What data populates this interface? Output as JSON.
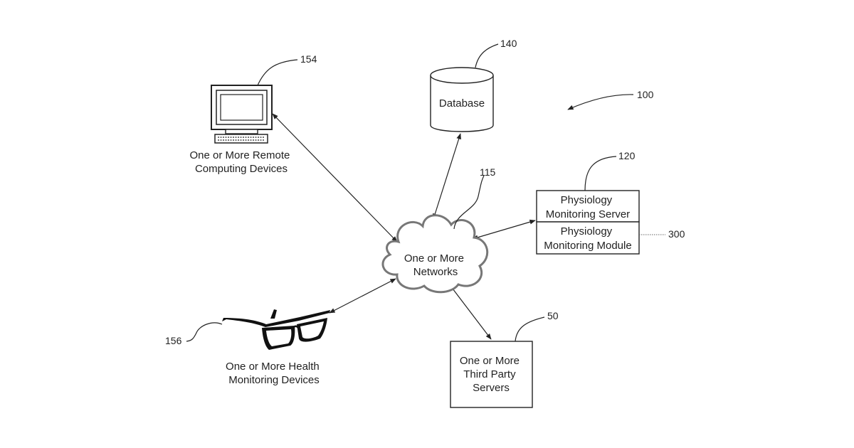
{
  "figure": {
    "reference_numbers": {
      "system": "100",
      "database": "140",
      "server": "120",
      "network": "115",
      "module": "300",
      "remote_device": "154",
      "health_device": "156",
      "third_party": "50"
    },
    "labels": {
      "database": "Database",
      "network_line1": "One or More",
      "network_line2": "Networks",
      "server": "Physiology Monitoring Server",
      "server_line1": "Physiology",
      "server_line2": "Monitoring Server",
      "module_line1": "Physiology",
      "module_line2": "Monitoring Module",
      "remote_line1": "One or More Remote",
      "remote_line2": "Computing Devices",
      "health_line1": "One or More Health",
      "health_line2": "Monitoring Devices",
      "third_line1": "One or More",
      "third_line2": "Third Party",
      "third_line3": "Servers"
    },
    "icons": {
      "remote_device": "computer-monitor-icon",
      "health_device": "eyeglasses-icon",
      "database": "database-cylinder-icon",
      "network": "cloud-icon"
    },
    "colors": {
      "line": "#222222",
      "cloud_outline": "#777777",
      "background": "#ffffff"
    }
  }
}
